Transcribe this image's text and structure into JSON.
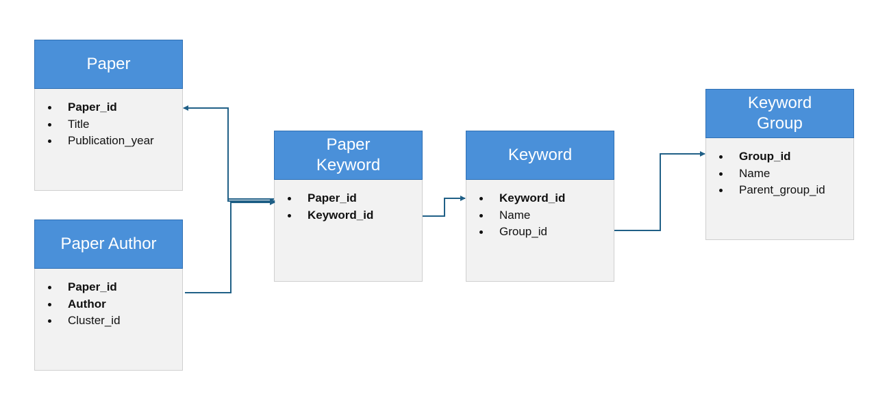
{
  "accent_color": "#4a90d9",
  "connector_color": "#1f5f86",
  "entities": {
    "paper": {
      "title": "Paper",
      "fields": [
        {
          "name": "Paper_id",
          "key": true
        },
        {
          "name": "Title",
          "key": false
        },
        {
          "name": "Publication_year",
          "key": false
        }
      ]
    },
    "paper_author": {
      "title": "Paper Author",
      "fields": [
        {
          "name": "Paper_id",
          "key": true
        },
        {
          "name": "Author",
          "key": true
        },
        {
          "name": "Cluster_id",
          "key": false
        }
      ]
    },
    "paper_keyword": {
      "title": "Paper Keyword",
      "fields": [
        {
          "name": "Paper_id",
          "key": true
        },
        {
          "name": "Keyword_id",
          "key": true
        }
      ]
    },
    "keyword": {
      "title": "Keyword",
      "fields": [
        {
          "name": "Keyword_id",
          "key": true
        },
        {
          "name": "Name",
          "key": false
        },
        {
          "name": "Group_id",
          "key": false
        }
      ]
    },
    "keyword_group": {
      "title": "Keyword Group",
      "fields": [
        {
          "name": "Group_id",
          "key": true
        },
        {
          "name": "Name",
          "key": false
        },
        {
          "name": "Parent_group_id",
          "key": false
        }
      ]
    }
  },
  "relationships": [
    {
      "from": "paper_keyword",
      "to": "paper"
    },
    {
      "from": "paper",
      "to": "paper_keyword"
    },
    {
      "from": "paper_author",
      "to": "paper_keyword"
    },
    {
      "from": "paper_keyword",
      "to": "keyword"
    },
    {
      "from": "keyword",
      "to": "keyword_group"
    }
  ]
}
